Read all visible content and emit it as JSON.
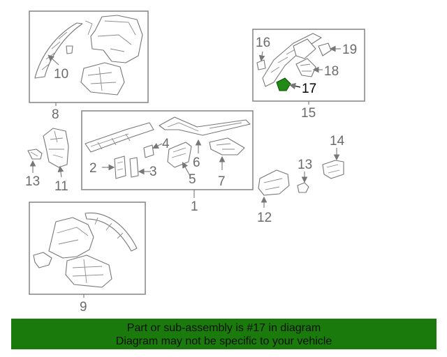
{
  "colors": {
    "banner_bg": "#1a7a0c",
    "highlight_part": "#1f8a14",
    "linework": "#777777",
    "callout_text": "#6b6b6b"
  },
  "callouts": {
    "c1": "1",
    "c2": "2",
    "c3": "3",
    "c4": "4",
    "c5": "5",
    "c6": "6",
    "c7": "7",
    "c8": "8",
    "c9": "9",
    "c10": "10",
    "c11": "11",
    "c12": "12",
    "c13a": "13",
    "c13b": "13",
    "c14": "14",
    "c15": "15",
    "c16": "16",
    "c17": "17",
    "c18": "18",
    "c19": "19"
  },
  "highlighted_part": "17",
  "banner": {
    "line1": "Part or sub-assembly is #17 in diagram",
    "line2": "Diagram may not be specific to your vehicle"
  }
}
